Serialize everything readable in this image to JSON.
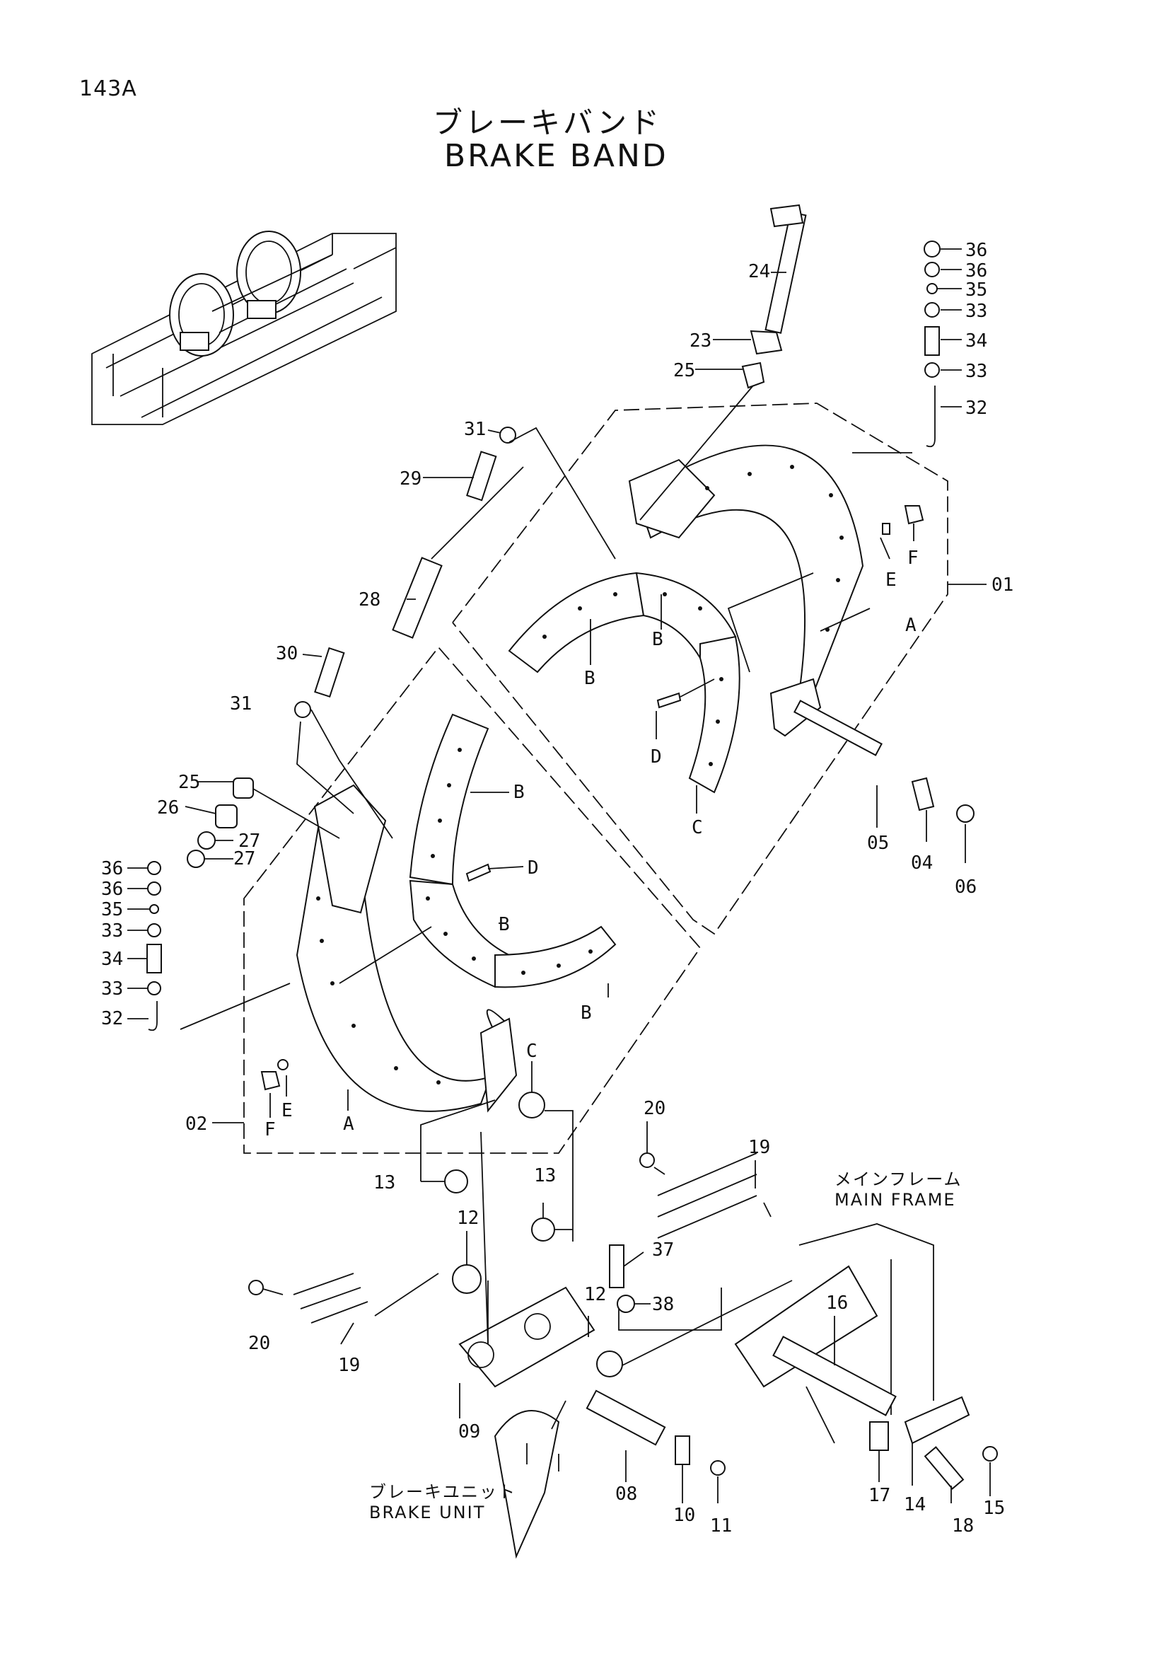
{
  "header": {
    "page_code": "143A",
    "title_jp": "ブレーキバンド",
    "title_en": "BRAKE BAND"
  },
  "labels": {
    "main_frame_jp": "メインフレーム",
    "main_frame_en": "MAIN FRAME",
    "brake_unit_jp": "ブレーキユニット",
    "brake_unit_en": "BRAKE UNIT"
  },
  "callouts": {
    "c24": "24",
    "c23": "23",
    "c25a": "25",
    "c36a": "36",
    "c36b": "36",
    "c35a": "35",
    "c33a": "33",
    "c34a": "34",
    "c33b": "33",
    "c32a": "32",
    "c31a": "31",
    "c29": "29",
    "c28": "28",
    "c30": "30",
    "c31b": "31",
    "c01": "01",
    "cEa": "E",
    "cFa": "F",
    "cAa": "A",
    "cB1": "B",
    "cB2": "B",
    "cD1": "D",
    "cC1": "C",
    "c05": "05",
    "c04": "04",
    "c06": "06",
    "c25b": "25",
    "c26": "26",
    "c27a": "27",
    "c27b": "27",
    "c36c": "36",
    "c36d": "36",
    "c35b": "35",
    "c33c": "33",
    "c34b": "34",
    "c33d": "33",
    "c32b": "32",
    "cB3": "B",
    "cD2": "D",
    "cB4": "B",
    "cB5": "B",
    "c02": "02",
    "cFb": "F",
    "cEb": "E",
    "cAb": "A",
    "cC2": "C",
    "c13a": "13",
    "c13b": "13",
    "c12a": "12",
    "c12b": "12",
    "c20a": "20",
    "c20b": "20",
    "c19a": "19",
    "c19b": "19",
    "c37": "37",
    "c38": "38",
    "c16": "16",
    "c09": "09",
    "c08": "08",
    "c10": "10",
    "c11": "11",
    "c17": "17",
    "c14": "14",
    "c18": "18",
    "c15": "15"
  }
}
